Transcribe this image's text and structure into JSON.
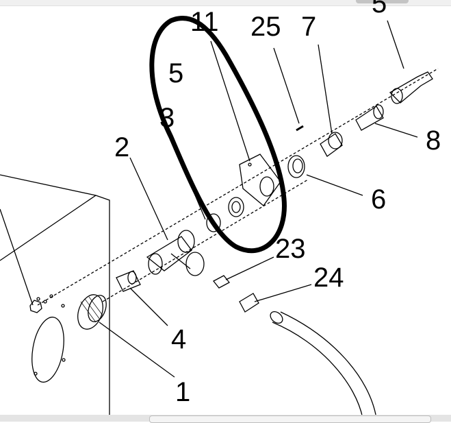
{
  "diagram": {
    "labels": {
      "part_11": "11",
      "part_25": "25",
      "part_7": "7",
      "part_5_top": "5",
      "part_5": "5",
      "part_3": "3",
      "part_2": "2",
      "part_8": "8",
      "part_6": "6",
      "part_23": "23",
      "part_24": "24",
      "part_4": "4",
      "part_1": "1"
    },
    "annotation_color": "#000000"
  }
}
